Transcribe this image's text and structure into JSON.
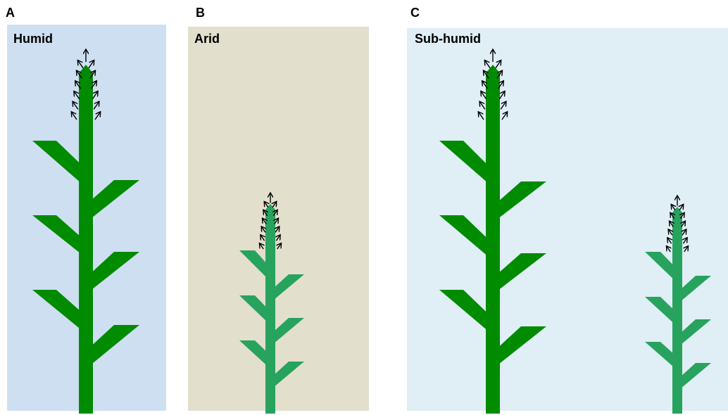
{
  "panels": [
    {
      "letter": "A",
      "title": "Humid",
      "background": "#cfdff2"
    },
    {
      "letter": "B",
      "title": "Arid",
      "background": "#e2dfcc"
    },
    {
      "letter": "C",
      "title": "Sub-humid",
      "background": "#e0eef6"
    }
  ],
  "colors": {
    "tall_plant": "#008b00",
    "short_plant": "#27a35e",
    "arrow": "#000000"
  },
  "icons": [
    "plant-icon",
    "emission-arrows-icon"
  ]
}
